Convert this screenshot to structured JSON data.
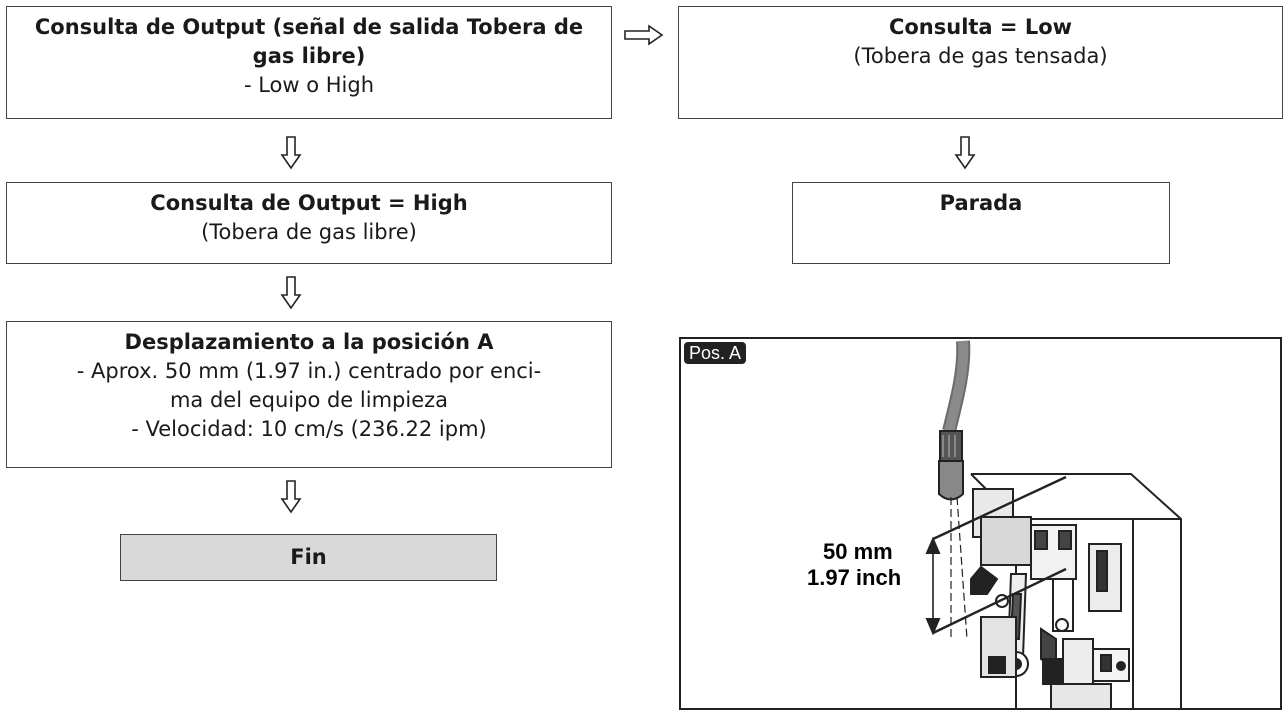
{
  "flow_left": [
    {
      "title": "Consulta de Output (señal de salida Tobera de gas libre)",
      "desc": [
        "- Low o High"
      ]
    },
    {
      "title": "Consulta de Output = High",
      "desc": [
        "(Tobera de gas libre)"
      ]
    },
    {
      "title": "Desplazamiento a la posición A",
      "desc": [
        "- Aprox. 50 mm (1.97 in.) centrado por enci-",
        "ma del equipo de limpieza",
        "- Velocidad: 10 cm/s (236.22 ipm)"
      ]
    },
    {
      "title": "Fin"
    }
  ],
  "flow_right": [
    {
      "title": "Consulta = Low",
      "desc": [
        "(Tobera de gas tensada)"
      ]
    },
    {
      "title": "Parada"
    }
  ],
  "illustration": {
    "badge": "Pos. A",
    "dim_mm": "50 mm",
    "dim_inch": "1.97 inch",
    "icon": "torch-cleaning-station-illustration"
  }
}
